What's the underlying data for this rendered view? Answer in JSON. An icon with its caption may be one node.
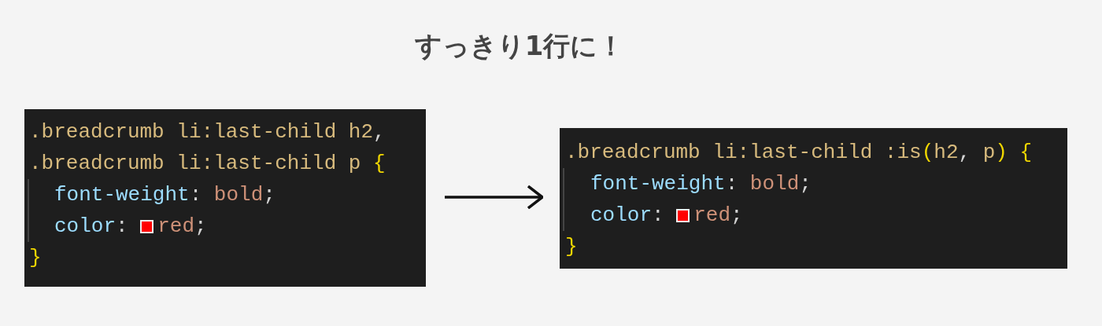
{
  "diagram": {
    "title": "すっきり1行に！",
    "nodes": [
      {
        "text": [
          ".breadcrumb li:last-child h2,",
          ".breadcrumb li:last-child p {",
          "font-weight: bold;",
          "color: red;",
          "}"
        ]
      },
      {
        "text": [
          ".breadcrumb li:last-child :is(h2, p) {",
          "font-weight: bold;",
          "color: red;",
          "}"
        ]
      }
    ],
    "edges": [
      {
        "from": 0,
        "to": 1,
        "arrow": "to"
      }
    ]
  }
}
